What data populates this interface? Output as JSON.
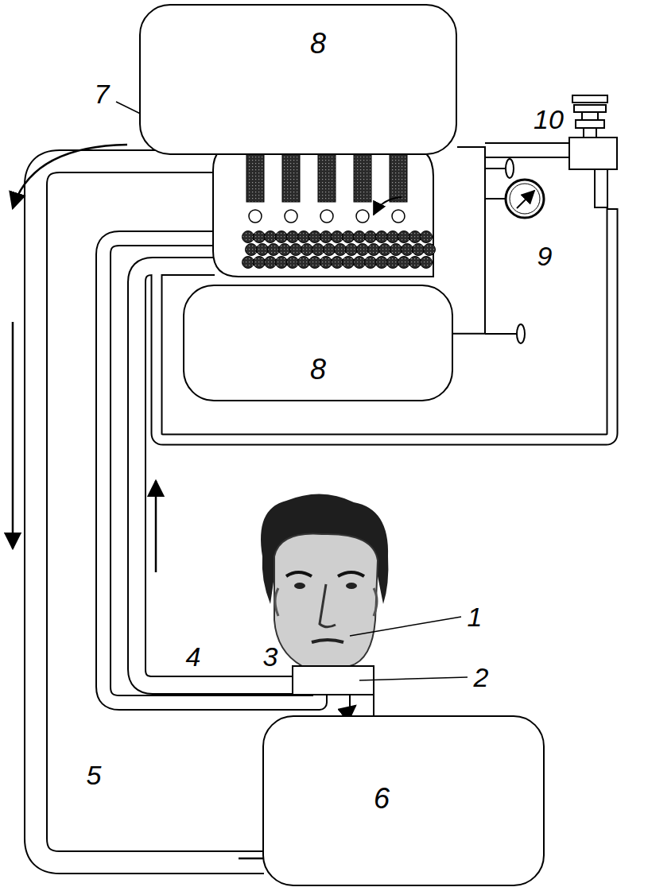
{
  "diagram": {
    "nodes": [
      {
        "text": [
          "8"
        ]
      },
      {
        "text": [
          "8"
        ]
      },
      {
        "text": [
          "6"
        ]
      }
    ],
    "edges": [
      {
        "from": 0,
        "to": 1,
        "arrow": "none"
      }
    ],
    "labels": [
      "7",
      "10",
      "9",
      "1",
      "3",
      "4",
      "2",
      "5"
    ]
  }
}
